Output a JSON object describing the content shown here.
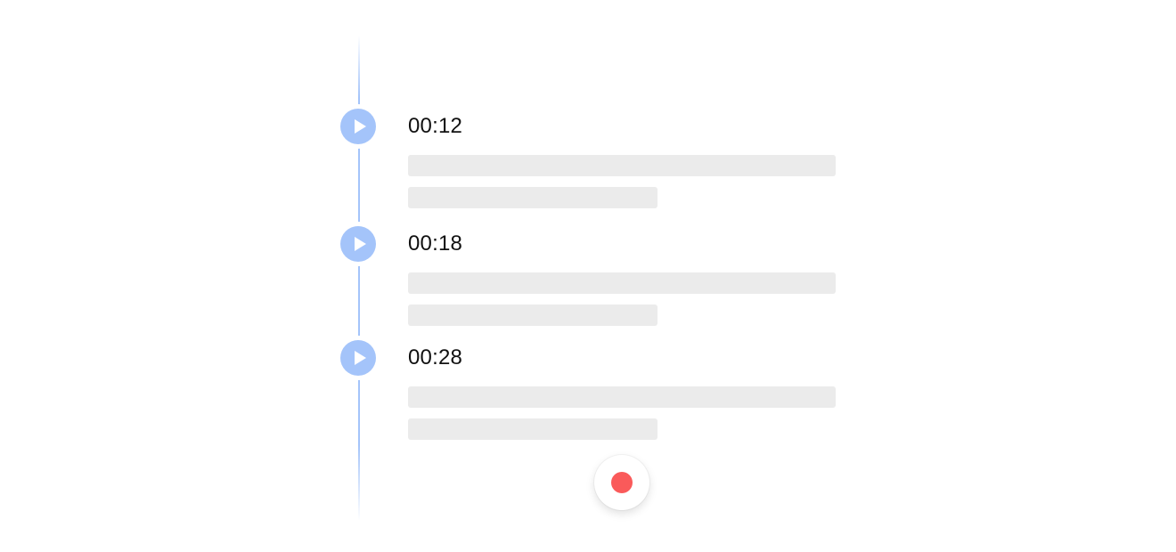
{
  "colors": {
    "timeline": "#a4c4fa",
    "play_button": "#a4c4fa",
    "placeholder_bar": "#ebebeb",
    "record_dot": "#fa5a5a",
    "timestamp_text": "#111111"
  },
  "entries": [
    {
      "timestamp": "00:12",
      "icon": "play-icon"
    },
    {
      "timestamp": "00:18",
      "icon": "play-icon"
    },
    {
      "timestamp": "00:28",
      "icon": "play-icon"
    }
  ],
  "record": {
    "icon": "record-icon"
  }
}
